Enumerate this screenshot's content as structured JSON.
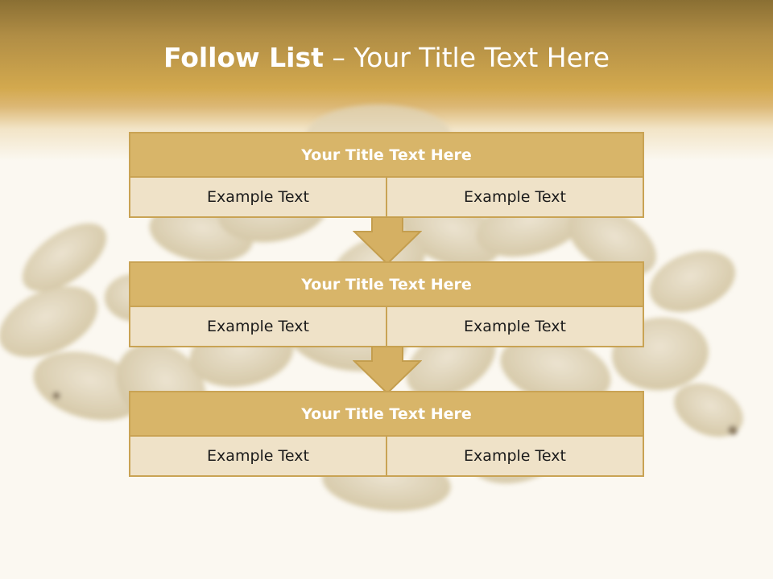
{
  "slide": {
    "title_lead": "Follow List",
    "title_rest": " – Your Title Text Here"
  },
  "steps": [
    {
      "title": "Your Title Text Here",
      "left": "Example Text",
      "right": "Example Text"
    },
    {
      "title": "Your Title Text Here",
      "left": "Example Text",
      "right": "Example Text"
    },
    {
      "title": "Your Title Text Here",
      "left": "Example Text",
      "right": "Example Text"
    }
  ],
  "colors": {
    "header_gold": "#d3a94e",
    "block_title_fill": "#d8b569",
    "block_cell_fill": "#efe2c8",
    "border": "#c9a354",
    "arrow_fill": "#d5b063"
  }
}
